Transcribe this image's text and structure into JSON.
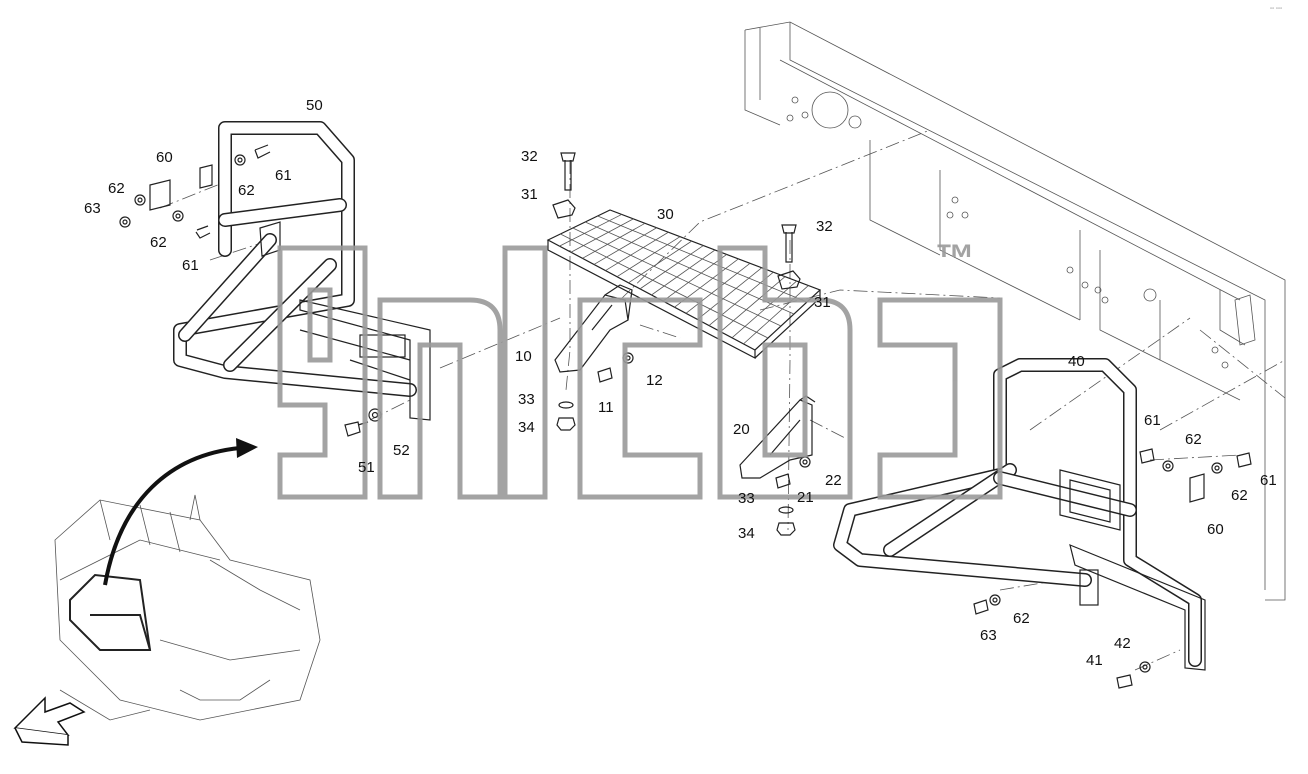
{
  "diagram": {
    "corner_code": "▫▫ ▫▫▫",
    "watermark_mark": "™",
    "labels": {
      "l10": "10",
      "l11": "11",
      "l12": "12",
      "l20": "20",
      "l21": "21",
      "l22": "22",
      "l30": "30",
      "l31a": "31",
      "l31b": "31",
      "l32a": "32",
      "l32b": "32",
      "l33a": "33",
      "l33b": "33",
      "l34a": "34",
      "l34b": "34",
      "l40": "40",
      "l41": "41",
      "l42": "42",
      "l50": "50",
      "l51": "51",
      "l52": "52",
      "l60a": "60",
      "l60b": "60",
      "l61a": "61",
      "l61b": "61",
      "l61c": "61",
      "l61d": "61",
      "l62a": "62",
      "l62b": "62",
      "l62c": "62",
      "l62d": "62",
      "l62e": "62",
      "l62f": "62",
      "l63a": "63",
      "l63b": "63"
    }
  }
}
